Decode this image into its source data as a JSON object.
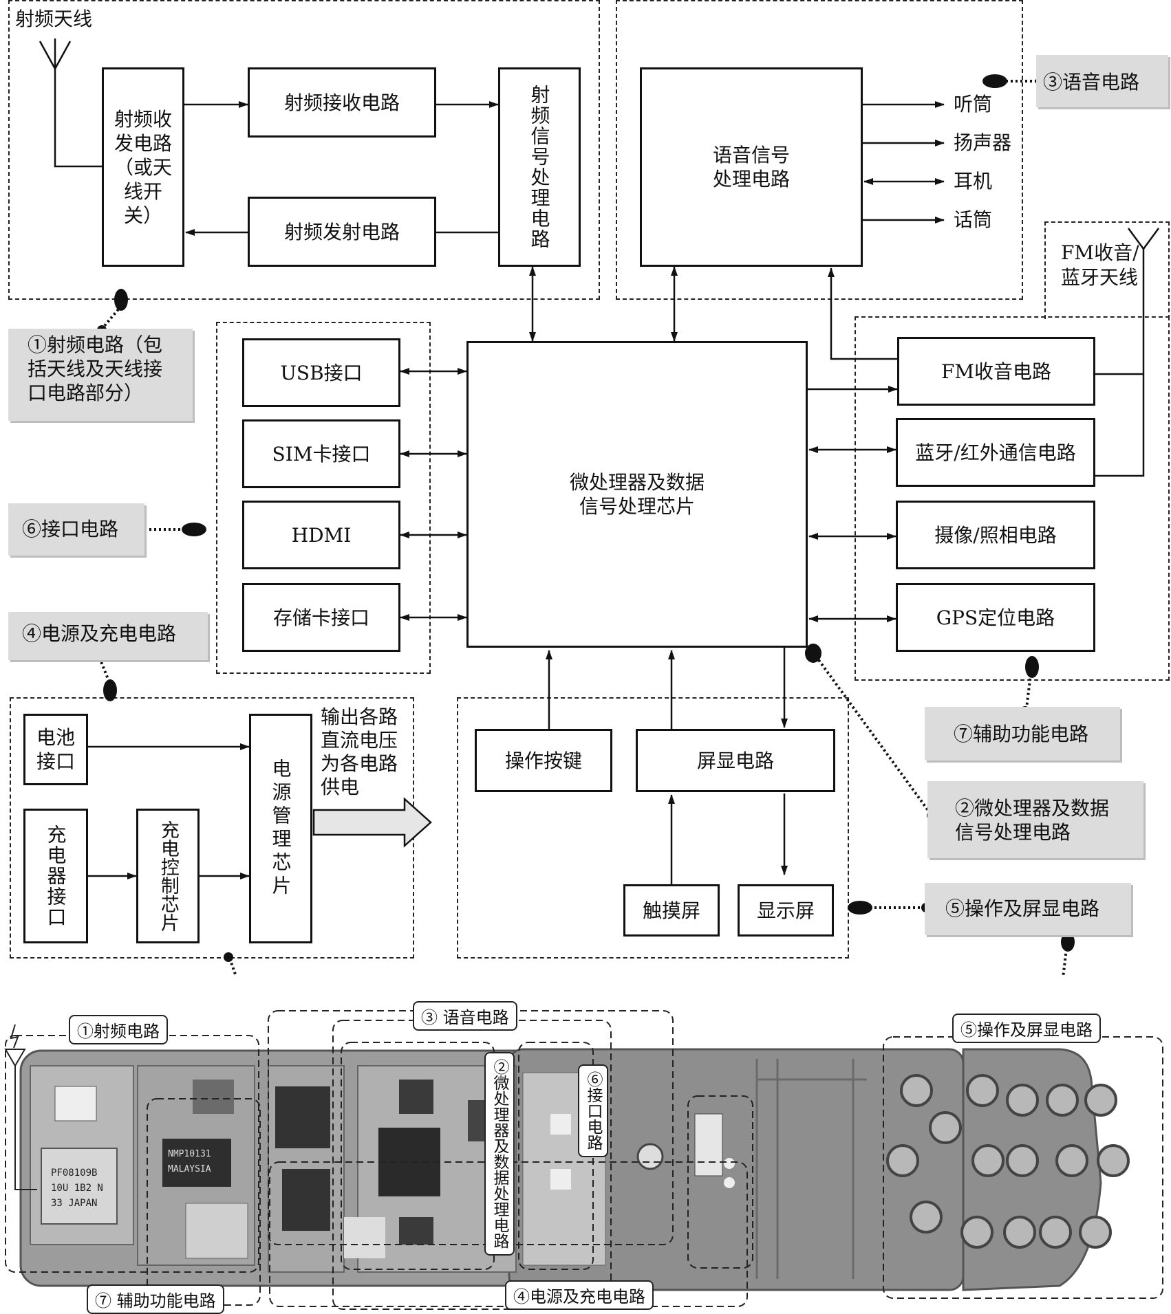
{
  "diagram": {
    "rf_antenna_label": "射频天线",
    "fm_antenna_label": "FM收音/\n蓝牙天线",
    "blocks": {
      "rf_transceiver": "射频收发电路（或天线开关）",
      "rf_receive": "射频接收电路",
      "rf_transmit": "射频发射电路",
      "rf_signal_processing": "射频信号处理电路",
      "voice_processing": "语音信号\n处理电路",
      "usb": "USB接口",
      "sim": "SIM卡接口",
      "hdmi": "HDMI",
      "memory_card": "存储卡接口",
      "cpu": "微处理器及数据\n信号处理芯片",
      "fm_radio": "FM收音电路",
      "bluetooth": "蓝牙/红外通信电路",
      "camera": "摄像/照相电路",
      "gps": "GPS定位电路",
      "battery": "电池\n接口",
      "charger": "充电器接口",
      "charge_control": "充电控制芯片",
      "power_mgmt": "电源管理芯片",
      "keys": "操作按键",
      "screen_circuit": "屏显电路",
      "touch": "触摸屏",
      "display": "显示屏"
    },
    "voice_outputs": [
      "听筒",
      "扬声器",
      "耳机",
      "话筒"
    ],
    "power_output_text": "输出各路\n直流电压\n为各电路\n供电",
    "callouts": {
      "c1": "①射频电路（包\n括天线及天线接\n口电路部分）",
      "c2": "②微处理器及数据\n信号处理电路",
      "c3": "③语音电路",
      "c4": "④电源及充电电路",
      "c5": "⑤操作及屏显电路",
      "c6": "⑥接口电路",
      "c7": "⑦辅助功能电路"
    }
  },
  "photo": {
    "tags": {
      "t1": "①射频电路",
      "t3": "③ 语音电路",
      "t2": "②微处理器及数据处理电路",
      "t6": "⑥接口电路",
      "t5": "⑤操作及屏显电路",
      "t7": "⑦ 辅助功能电路",
      "t4": "④电源及充电电路"
    },
    "chip_markings": [
      "PF08109B",
      "10U 1B2 N",
      "33 JAPAN",
      "NMP10131",
      "MALAYSIA"
    ]
  },
  "colors": {
    "callout_bg": "#dcdcdc",
    "line": "#111111",
    "board": "#9a9a9a"
  }
}
